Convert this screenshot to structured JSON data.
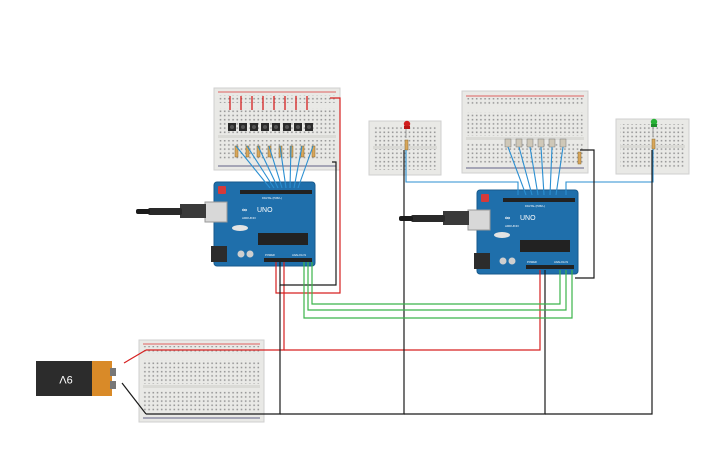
{
  "circuit": {
    "battery": {
      "label": "9V"
    },
    "arduino_left": {
      "brand": "ARDUINO",
      "model": "UNO",
      "digital_label": "DIGITAL (PWM~)",
      "power_label": "POWER",
      "analog_label": "ANALOG IN"
    },
    "arduino_right": {
      "brand": "ARDUINO",
      "model": "UNO",
      "digital_label": "DIGITAL (PWM~)",
      "power_label": "POWER",
      "analog_label": "ANALOG IN"
    },
    "leds": [
      {
        "color": "#d11d1d"
      },
      {
        "color": "#27b335"
      }
    ],
    "wire_colors": {
      "red": "#d62020",
      "black": "#1a1a1a",
      "green": "#3bb54a",
      "blue": "#2b8fd1"
    },
    "button_count": 8,
    "resistor_count_right": 6
  }
}
